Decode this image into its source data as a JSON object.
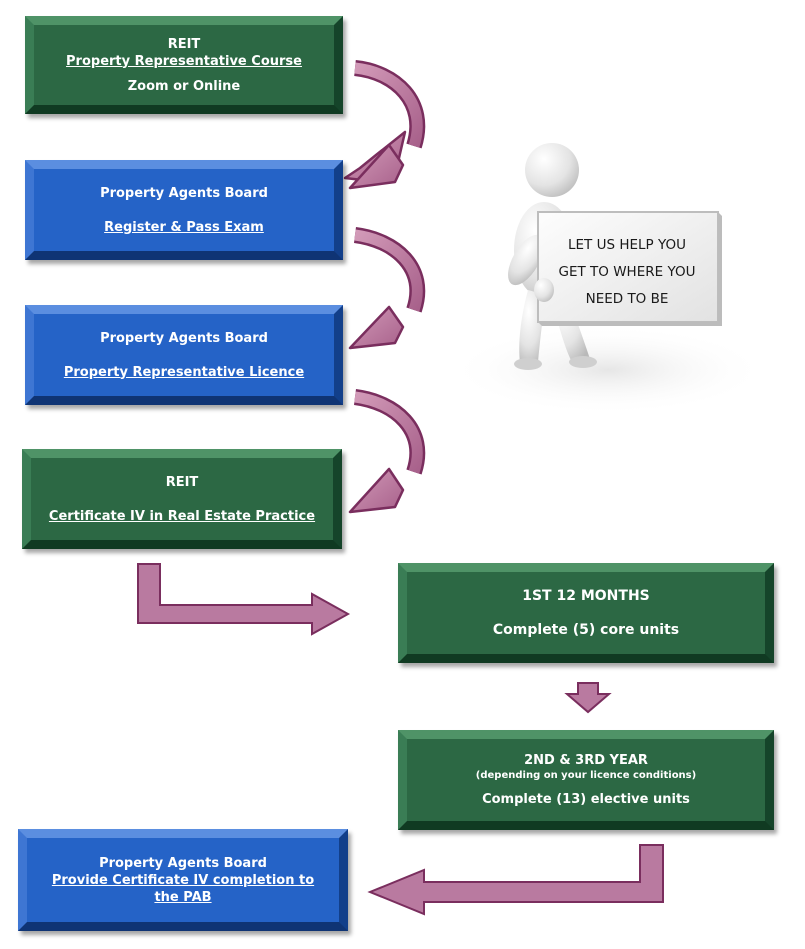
{
  "boxes": {
    "reit_course": {
      "line1": "REIT",
      "line2": "Property Representative Course",
      "line3": "Zoom or Online"
    },
    "pab_register": {
      "line1": "Property Agents Board",
      "line2": "Register & Pass Exam"
    },
    "pab_licence": {
      "line1": "Property Agents Board",
      "line2": "Property Representative Licence"
    },
    "reit_cert": {
      "line1": "REIT",
      "line2": "Certificate IV in Real Estate Practice"
    },
    "first_year": {
      "line1": "1ST 12 MONTHS",
      "line2": "Complete (5) core units"
    },
    "second_year": {
      "line1": "2ND & 3RD YEAR",
      "line2": "(depending on your licence conditions)",
      "line3": "Complete (13) elective units"
    },
    "pab_complete": {
      "line1": "Property Agents Board",
      "line2": "Provide Certificate IV completion to the PAB"
    }
  },
  "sign": {
    "text": "LET US HELP YOU\nGET TO WHERE YOU\nNEED TO BE"
  },
  "colors": {
    "green": "#2c6844",
    "blue": "#2563c7",
    "arrow_fill": "#b97aa0",
    "arrow_stroke": "#7a2e5e"
  }
}
